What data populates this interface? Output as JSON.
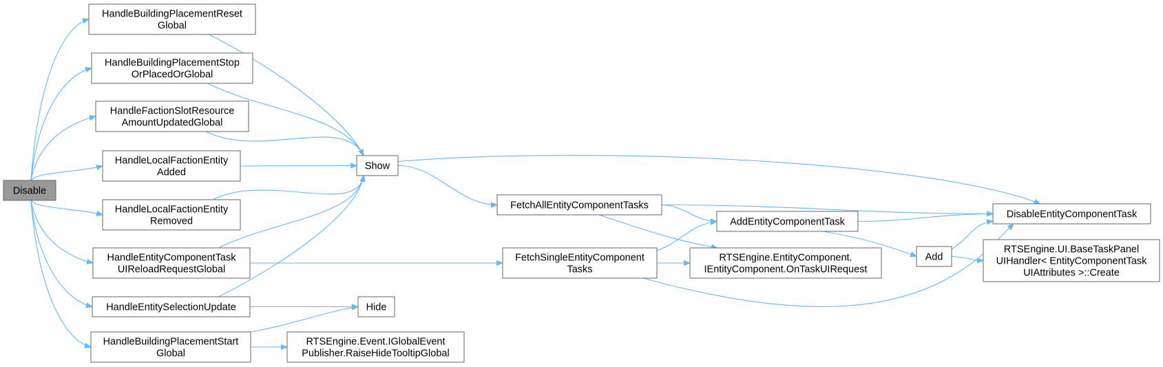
{
  "graph": {
    "nodes": [
      {
        "id": "disable",
        "lines": [
          "Disable"
        ],
        "root": true
      },
      {
        "id": "hbprg",
        "lines": [
          "HandleBuildingPlacementReset",
          "Global"
        ]
      },
      {
        "id": "hbpsopog",
        "lines": [
          "HandleBuildingPlacementStop",
          "OrPlacedOrGlobal"
        ]
      },
      {
        "id": "hfsraug",
        "lines": [
          "HandleFactionSlotResource",
          "AmountUpdatedGlobal"
        ]
      },
      {
        "id": "hlfea",
        "lines": [
          "HandleLocalFactionEntity",
          "Added"
        ]
      },
      {
        "id": "hlfer",
        "lines": [
          "HandleLocalFactionEntity",
          "Removed"
        ]
      },
      {
        "id": "hectuirrg",
        "lines": [
          "HandleEntityComponentTask",
          "UIReloadRequestGlobal"
        ]
      },
      {
        "id": "hesu",
        "lines": [
          "HandleEntitySelectionUpdate"
        ]
      },
      {
        "id": "hbpsg",
        "lines": [
          "HandleBuildingPlacementStart",
          "Global"
        ]
      },
      {
        "id": "show",
        "lines": [
          "Show"
        ]
      },
      {
        "id": "hide",
        "lines": [
          "Hide"
        ]
      },
      {
        "id": "rhtg",
        "lines": [
          "RTSEngine.Event.IGlobalEvent",
          "Publisher.RaiseHideTooltipGlobal"
        ]
      },
      {
        "id": "faect",
        "lines": [
          "FetchAllEntityComponentTasks"
        ]
      },
      {
        "id": "fsect",
        "lines": [
          "FetchSingleEntityComponent",
          "Tasks"
        ]
      },
      {
        "id": "aect",
        "lines": [
          "AddEntityComponentTask"
        ]
      },
      {
        "id": "ontask",
        "lines": [
          "RTSEngine.EntityComponent.",
          "IEntityComponent.OnTaskUIRequest"
        ]
      },
      {
        "id": "add",
        "lines": [
          "Add"
        ]
      },
      {
        "id": "dect",
        "lines": [
          "DisableEntityComponentTask"
        ]
      },
      {
        "id": "create",
        "lines": [
          "RTSEngine.UI.BaseTaskPanel",
          "UIHandler< EntityComponentTask",
          "UIAttributes >::Create"
        ]
      }
    ],
    "edges": [
      {
        "from": "disable",
        "to": "hbprg"
      },
      {
        "from": "disable",
        "to": "hbpsopog"
      },
      {
        "from": "disable",
        "to": "hfsraug"
      },
      {
        "from": "disable",
        "to": "hlfea"
      },
      {
        "from": "disable",
        "to": "hlfer"
      },
      {
        "from": "disable",
        "to": "hectuirrg"
      },
      {
        "from": "disable",
        "to": "hesu"
      },
      {
        "from": "disable",
        "to": "hbpsg"
      },
      {
        "from": "hbprg",
        "to": "show"
      },
      {
        "from": "hbpsopog",
        "to": "show"
      },
      {
        "from": "hfsraug",
        "to": "show"
      },
      {
        "from": "hlfea",
        "to": "show"
      },
      {
        "from": "hlfer",
        "to": "show"
      },
      {
        "from": "hectuirrg",
        "to": "show"
      },
      {
        "from": "hesu",
        "to": "show"
      },
      {
        "from": "hectuirrg",
        "to": "fsect"
      },
      {
        "from": "hesu",
        "to": "hide"
      },
      {
        "from": "hbpsg",
        "to": "hide"
      },
      {
        "from": "hbpsg",
        "to": "rhtg"
      },
      {
        "from": "show",
        "to": "faect"
      },
      {
        "from": "show",
        "to": "dect"
      },
      {
        "from": "faect",
        "to": "aect"
      },
      {
        "from": "faect",
        "to": "dect"
      },
      {
        "from": "faect",
        "to": "ontask"
      },
      {
        "from": "fsect",
        "to": "aect"
      },
      {
        "from": "fsect",
        "to": "ontask"
      },
      {
        "from": "fsect",
        "to": "dect"
      },
      {
        "from": "aect",
        "to": "dect"
      },
      {
        "from": "aect",
        "to": "add"
      },
      {
        "from": "add",
        "to": "dect"
      },
      {
        "from": "add",
        "to": "create"
      }
    ]
  }
}
